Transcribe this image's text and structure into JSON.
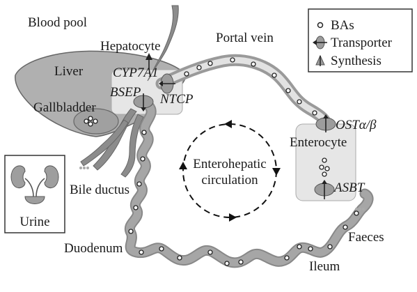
{
  "labels": {
    "blood_pool": "Blood pool",
    "hepatocyte": "Hepatocyte",
    "portal_vein": "Portal vein",
    "liver": "Liver",
    "cyp7a1": "CYP7A1",
    "bsep": "BSEP",
    "ntcp": "NTCP",
    "gallbladder": "Gallbladder",
    "ost": "OSTα/β",
    "enterocyte": "Enterocyte",
    "circulation_line1": "Enterohepatic",
    "circulation_line2": "circulation",
    "bile_ductus": "Bile ductus",
    "asbt": "ASBT",
    "urine": "Urine",
    "faeces": "Faeces",
    "duodenum": "Duodenum",
    "ileum": "Ileum"
  },
  "legend": {
    "items": [
      {
        "icon": "ba-dot-icon",
        "label": "BAs"
      },
      {
        "icon": "transporter-icon",
        "label": "Transporter"
      },
      {
        "icon": "synthesis-icon",
        "label": "Synthesis"
      }
    ]
  },
  "colors": {
    "organ": "#b0b0b0",
    "organ_stroke": "#555555",
    "vessel": "#9a9a9a",
    "portal_vein_core": "#e2e2e2",
    "cell": "#e6e6e6",
    "ba_dot": "#ffffff"
  }
}
